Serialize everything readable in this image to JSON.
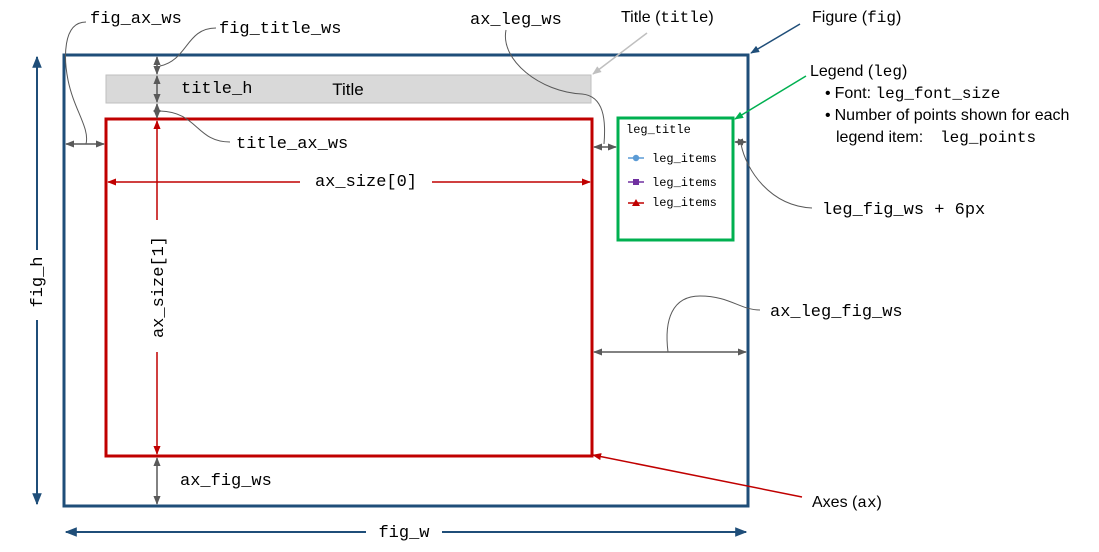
{
  "labels": {
    "fig_ax_ws": "fig_ax_ws",
    "fig_title_ws": "fig_title_ws",
    "ax_leg_ws": "ax_leg_ws",
    "title_h": "title_h",
    "title_ax_ws": "title_ax_ws",
    "ax_size_0": "ax_size[0]",
    "ax_size_1": "ax_size[1]",
    "fig_h": "fig_h",
    "fig_w": "fig_w",
    "ax_fig_ws": "ax_fig_ws",
    "ax_leg_fig_ws": "ax_leg_fig_ws",
    "leg_fig_ws": "leg_fig_ws + 6px"
  },
  "title_bar_text": "Title",
  "callouts": {
    "title": {
      "prefix": "Title (",
      "code": "title",
      "suffix": ")"
    },
    "figure": {
      "prefix": "Figure (",
      "code": "fig",
      "suffix": ")"
    },
    "legend": {
      "prefix": "Legend (",
      "code": "leg",
      "suffix": ")"
    },
    "axes": {
      "prefix": "Axes (",
      "code": "ax",
      "suffix": ")"
    },
    "font_bullet": {
      "bullet": "•",
      "prefix": "Font: ",
      "code": "leg_font_size"
    },
    "points_bullet": {
      "bullet": "•",
      "line1": "Number of points shown for each",
      "line2_prefix": "legend item:  ",
      "code": "leg_points"
    }
  },
  "legend_box": {
    "title": "leg_title",
    "items": [
      {
        "label": "leg_items",
        "marker": "circle",
        "color": "#5b9bd5"
      },
      {
        "label": "leg_items",
        "marker": "square",
        "color": "#7030a0"
      },
      {
        "label": "leg_items",
        "marker": "triangle",
        "color": "#c00000"
      }
    ]
  },
  "colors": {
    "figure_border": "#1f4e79",
    "axes_border": "#c00000",
    "legend_border": "#00b050",
    "title_fill": "#d9d9d9",
    "dimension": "#595959",
    "title_pointer": "#bfbfbf"
  }
}
